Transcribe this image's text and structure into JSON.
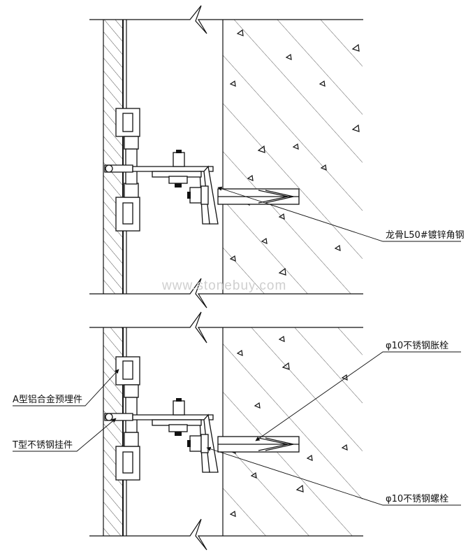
{
  "watermark": "www.stonebuy.com",
  "labels": {
    "keel_angle": "龙骨L50#镀锌角钢",
    "expansion_bolt": "φ10不锈钢胀栓",
    "a_type_part": "A型铝合金预埋件",
    "t_type_hanger": "T型不锈钢挂件",
    "ss_bolt": "φ10不锈钢螺栓"
  },
  "colors": {
    "line": "#111111",
    "background": "#ffffff",
    "watermark": "#cfcfcf"
  }
}
